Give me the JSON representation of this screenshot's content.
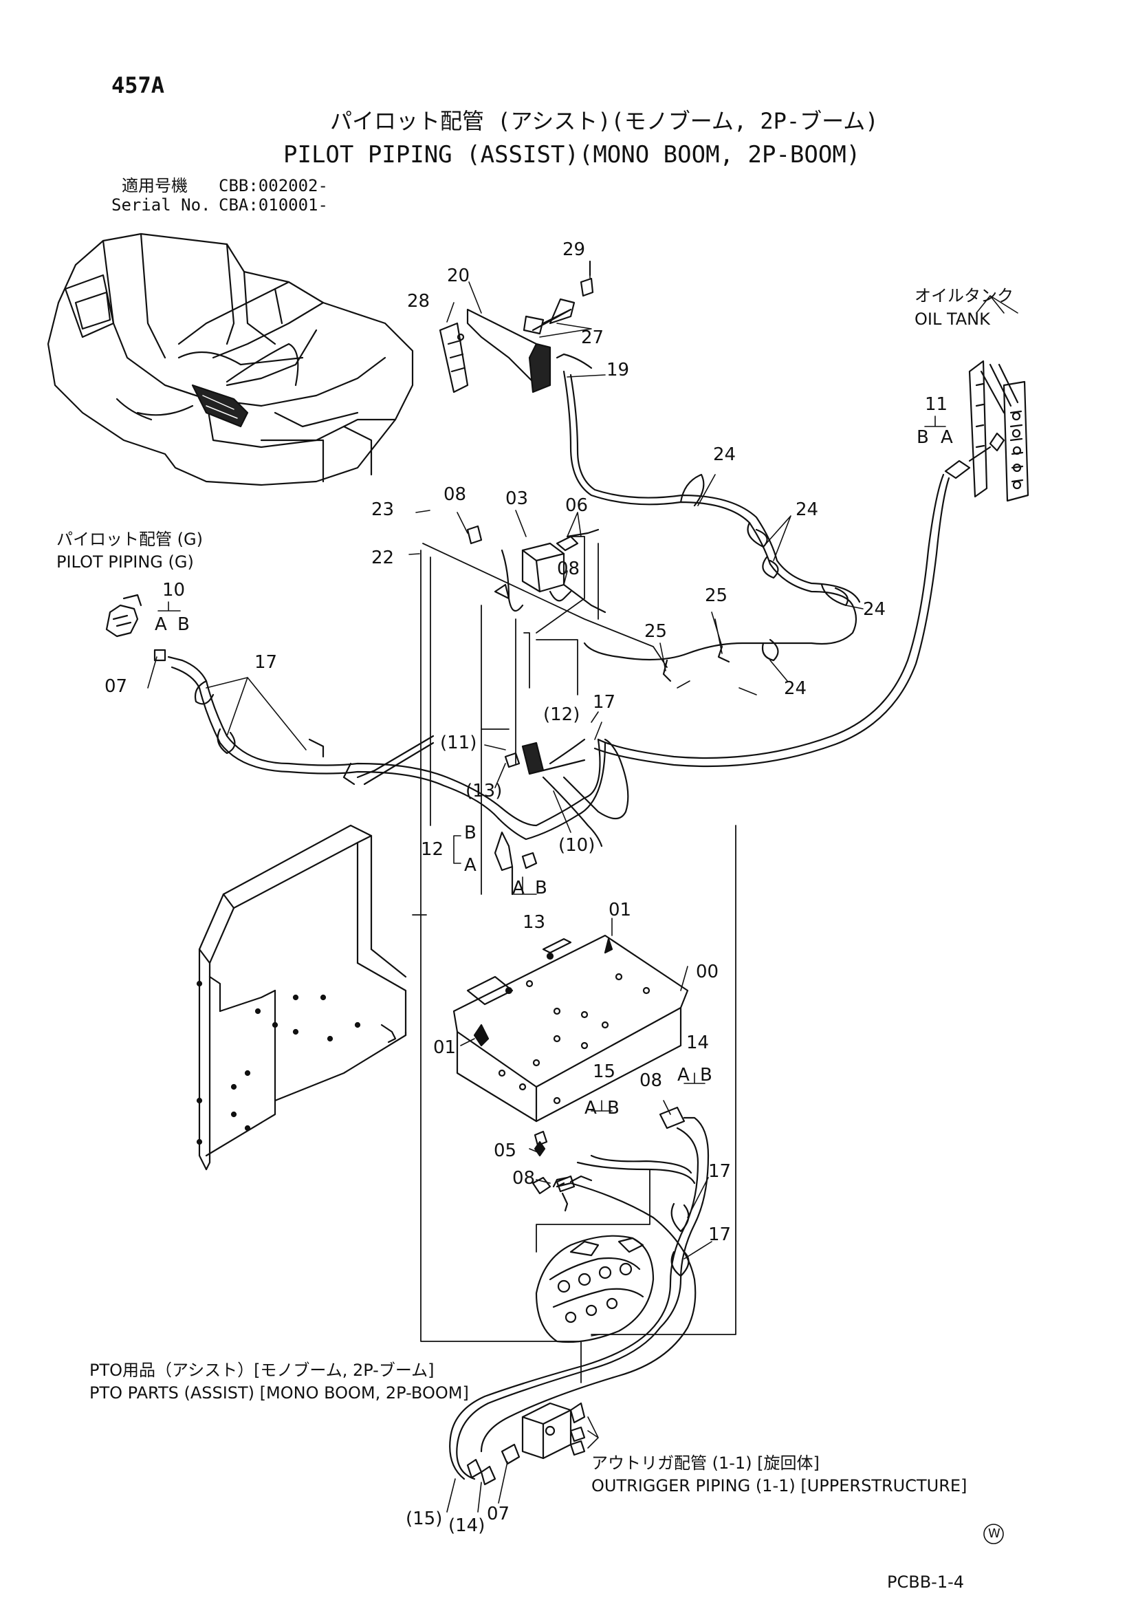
{
  "header": {
    "page_number": "457A",
    "title_jp": "パイロット配管 (アシスト)(モノブーム, 2P-ブーム)",
    "title_en": "PILOT PIPING (ASSIST)(MONO BOOM, 2P-BOOM)",
    "serial_jp_label": "適用号機",
    "serial_jp_value": "CBB:002002-",
    "serial_en_label": "Serial No.",
    "serial_en_value": "CBA:010001-"
  },
  "references": {
    "oil_tank_jp": "オイルタンク",
    "oil_tank_en": "OIL TANK",
    "pilot_jp": "パイロット配管 (G)",
    "pilot_en": "PILOT PIPING (G)",
    "pto_jp": "PTO用品（アシスト）[モノブーム, 2P-ブーム]",
    "pto_en": "PTO PARTS (ASSIST) [MONO BOOM, 2P-BOOM]",
    "outrigger_jp": "アウトリガ配管 (1-1) [旋回体]",
    "outrigger_en": "OUTRIGGER PIPING (1-1) [UPPERSTRUCTURE]"
  },
  "callouts": {
    "c29": "29",
    "c20": "20",
    "c28": "28",
    "c27": "27",
    "c19": "19",
    "c11": "11",
    "c11_b": "B",
    "c11_a": "A",
    "c24a": "24",
    "c24b": "24",
    "c24c": "24",
    "c24d": "24",
    "c23": "23",
    "c08a": "08",
    "c03": "03",
    "c06": "06",
    "c22": "22",
    "c08b": "08",
    "c10": "10",
    "c10_a": "A",
    "c10_b": "B",
    "c07a": "07",
    "c17a": "17",
    "c25a": "25",
    "c25b": "25",
    "c12p": "(12)",
    "c17b": "17",
    "c11p": "(11)",
    "c13p": "(13)",
    "c10p": "(10)",
    "c12": "12",
    "c12_b": "B",
    "c12_a": "A",
    "c13": "13",
    "c13_a": "A",
    "c13_b": "B",
    "c01a": "01",
    "c00": "00",
    "c01b": "01",
    "c14": "14",
    "c14_a": "A",
    "c14_b": "B",
    "c15": "15",
    "c15_a": "A",
    "c15_b": "B",
    "c08c": "08",
    "c05": "05",
    "c08d": "08",
    "c17c": "17",
    "c17d": "17",
    "c15p": "(15)",
    "c14p": "(14)",
    "c07b": "07"
  },
  "footer": {
    "mark": "W",
    "code": "PCBB-1-4"
  }
}
